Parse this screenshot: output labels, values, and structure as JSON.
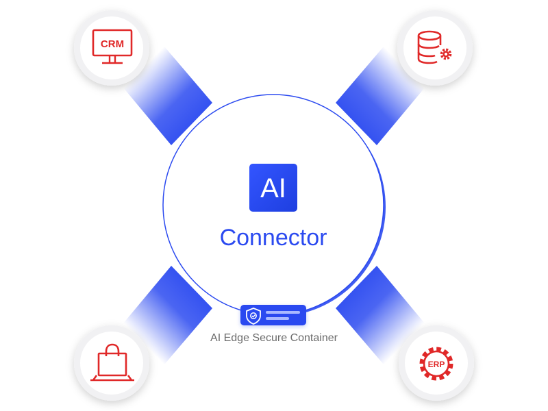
{
  "center": {
    "badge_text": "AI",
    "title": "Connector"
  },
  "container": {
    "caption": "AI Edge Secure Container"
  },
  "nodes": {
    "crm": {
      "icon": "crm-monitor-icon",
      "label": "CRM"
    },
    "database": {
      "icon": "database-gear-icon"
    },
    "shop": {
      "icon": "shopping-bag-laptop-icon"
    },
    "erp": {
      "icon": "erp-gear-icon",
      "label": "ERP"
    }
  },
  "colors": {
    "accent_blue": "#2b4af0",
    "icon_red": "#e02828",
    "caption_gray": "#6b6b6b"
  }
}
